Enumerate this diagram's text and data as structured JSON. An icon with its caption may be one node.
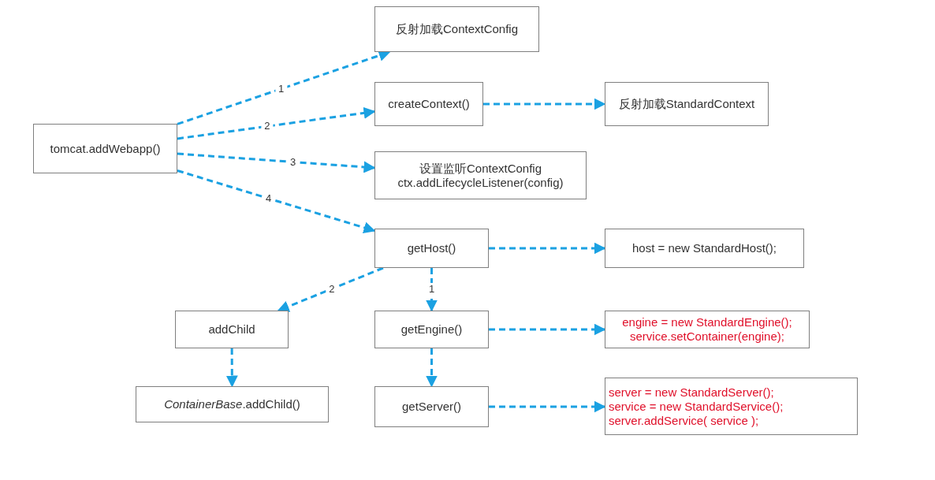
{
  "diagram": {
    "nodes": [
      {
        "text": [
          "tomcat.addWebapp()"
        ]
      },
      {
        "text": [
          "反射加载ContextConfig"
        ]
      },
      {
        "text": [
          "createContext()"
        ]
      },
      {
        "text": [
          "反射加载StandardContext"
        ]
      },
      {
        "text": [
          "设置监听ContextConfig",
          "ctx.addLifecycleListener(config)"
        ]
      },
      {
        "text": [
          "getHost()"
        ]
      },
      {
        "text": [
          "host = new StandardHost();"
        ]
      },
      {
        "text": [
          "addChild"
        ]
      },
      {
        "text": [
          "getEngine()"
        ]
      },
      {
        "text": [
          "engine = new StandardEngine();",
          "service.setContainer(engine);"
        ]
      },
      {
        "text": [
          "*ContainerBase*.addChild()"
        ]
      },
      {
        "text": [
          "getServer()"
        ]
      },
      {
        "text": [
          "server = new StandardServer();",
          "service = new StandardService();",
          "server.addService( service );"
        ]
      }
    ],
    "edges": [
      {
        "from": 0,
        "to": 1,
        "arrow": "to",
        "label": "1"
      },
      {
        "from": 0,
        "to": 2,
        "arrow": "to",
        "label": "2"
      },
      {
        "from": 0,
        "to": 4,
        "arrow": "to",
        "label": "3"
      },
      {
        "from": 0,
        "to": 5,
        "arrow": "to",
        "label": "4"
      },
      {
        "from": 2,
        "to": 3,
        "arrow": "to"
      },
      {
        "from": 5,
        "to": 6,
        "arrow": "to"
      },
      {
        "from": 5,
        "to": 8,
        "arrow": "to",
        "label": "1"
      },
      {
        "from": 5,
        "to": 7,
        "arrow": "to",
        "label": "2"
      },
      {
        "from": 8,
        "to": 9,
        "arrow": "to"
      },
      {
        "from": 7,
        "to": 10,
        "arrow": "to"
      },
      {
        "from": 8,
        "to": 11,
        "arrow": "to"
      },
      {
        "from": 11,
        "to": 12,
        "arrow": "to"
      }
    ]
  }
}
